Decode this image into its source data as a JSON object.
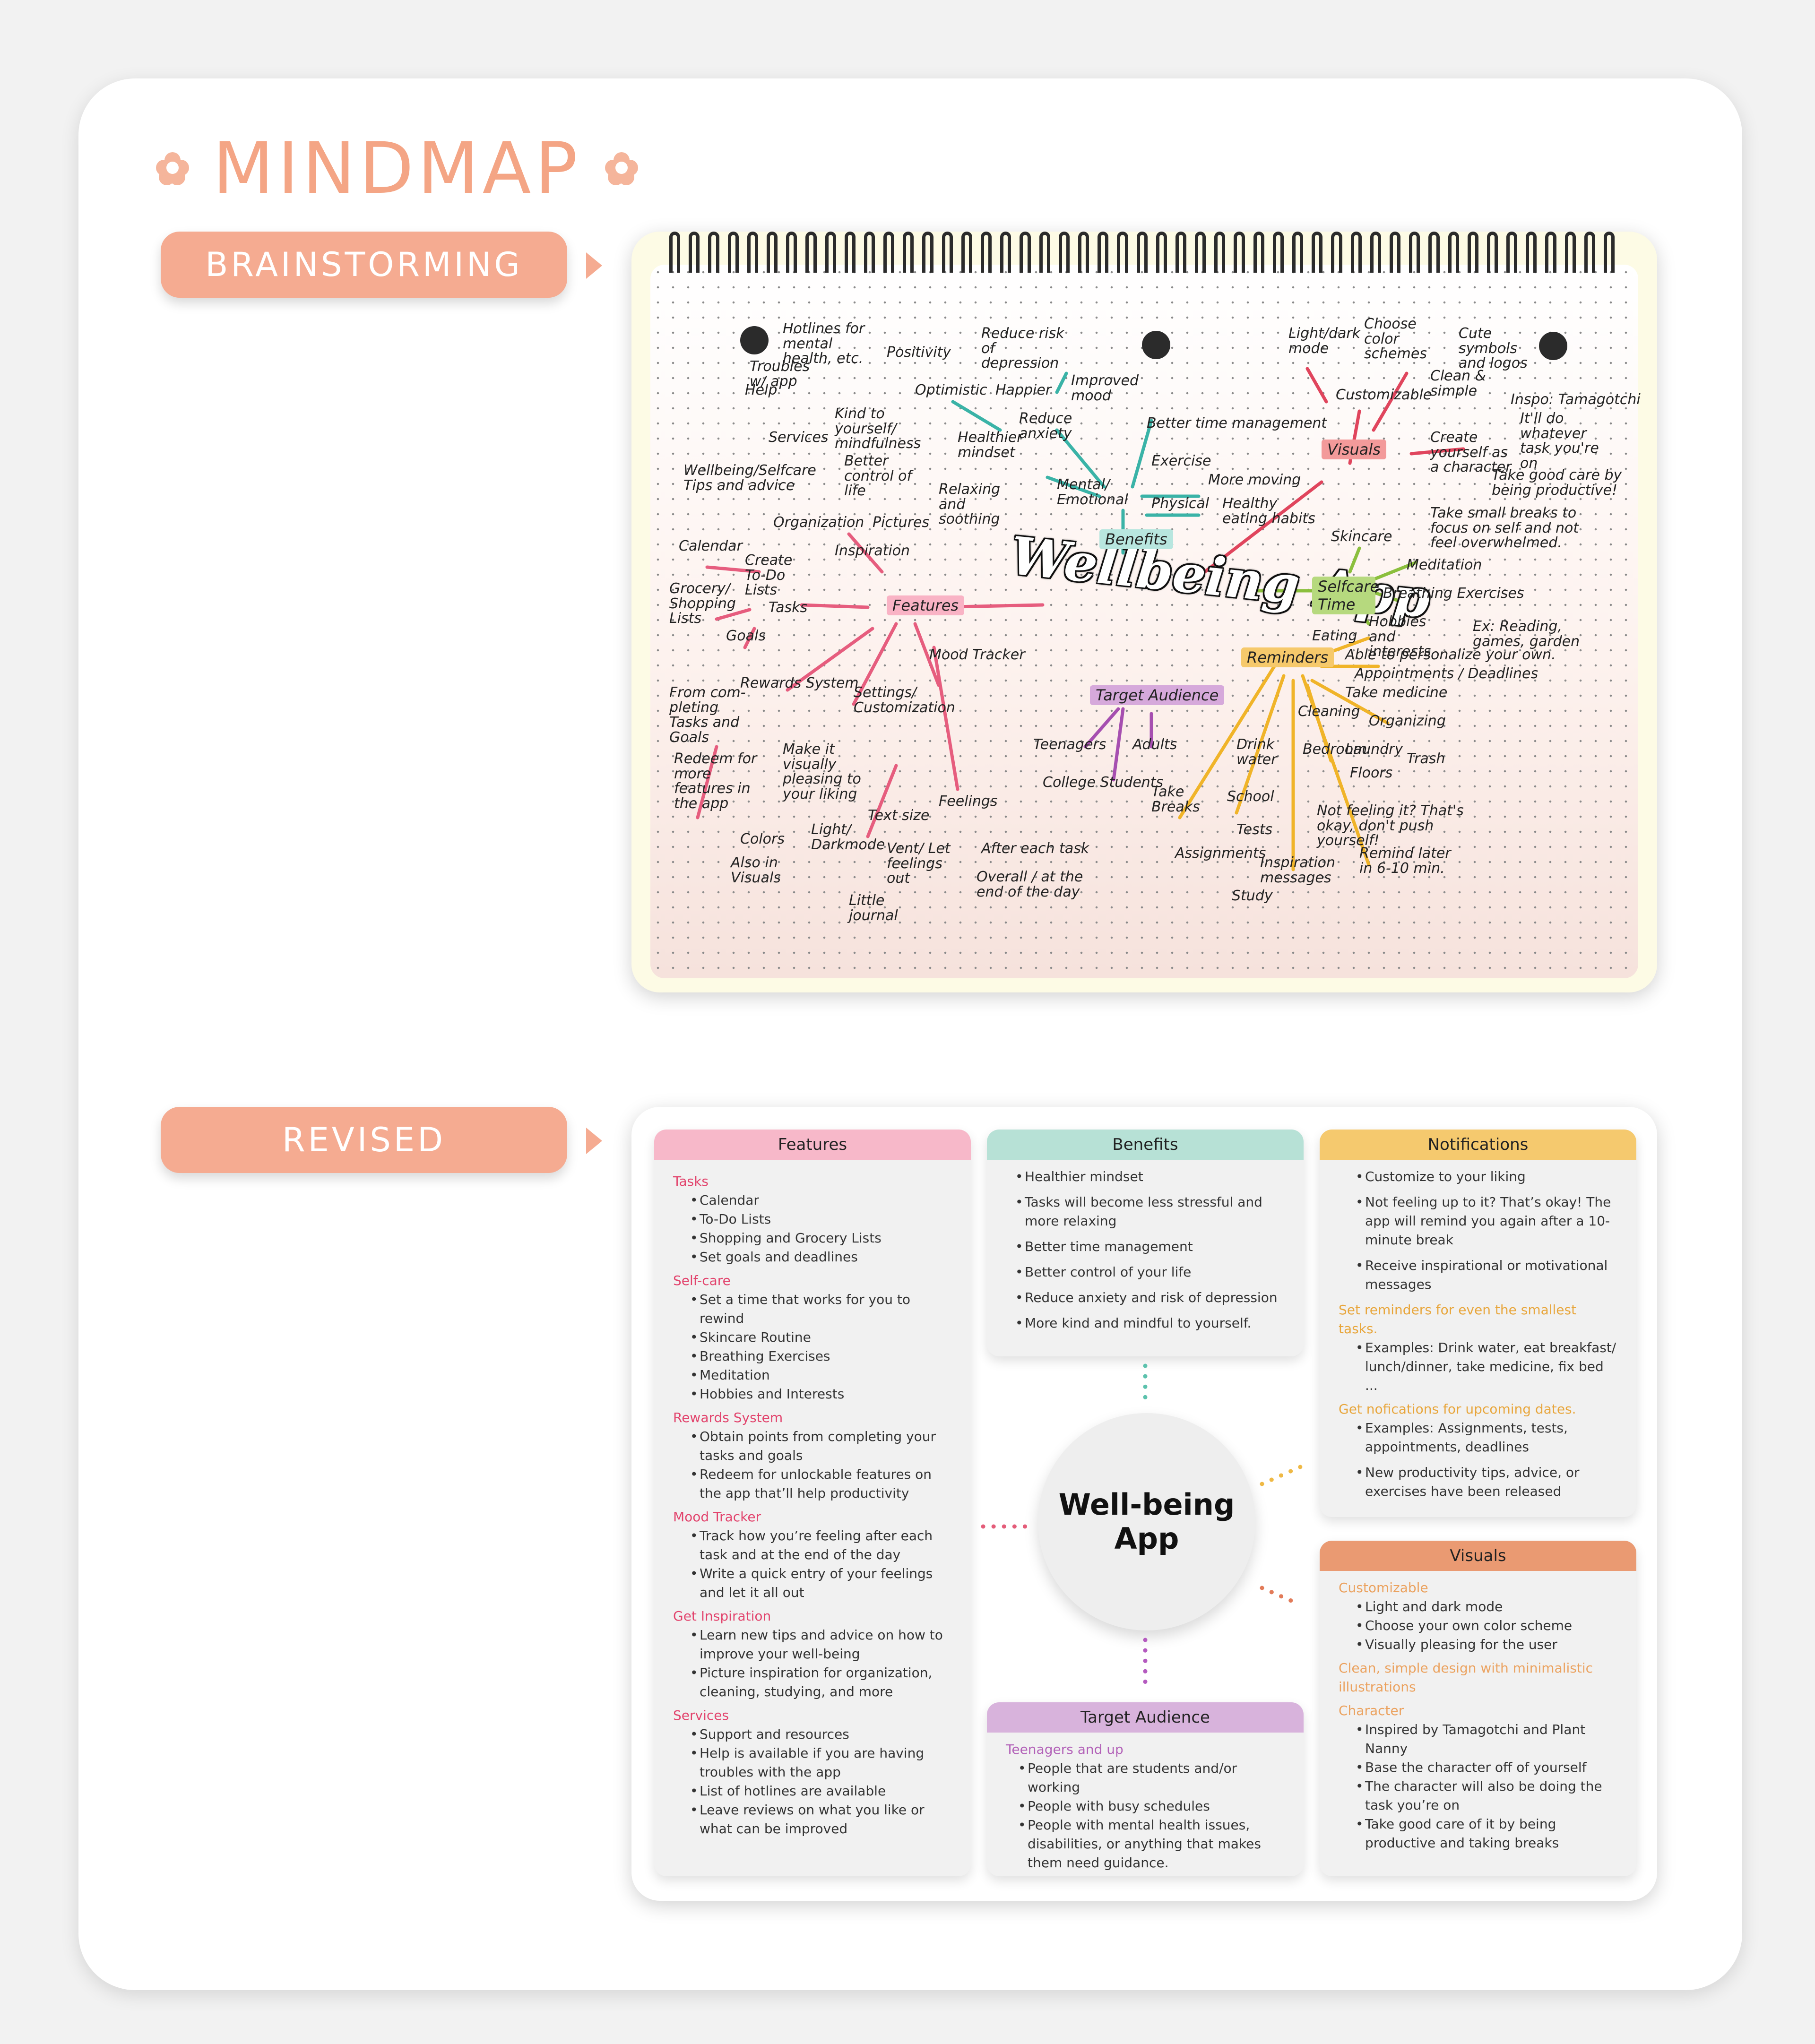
{
  "header": {
    "title": "MINDMAP"
  },
  "sections": {
    "brainstorming": "BRAINSTORMING",
    "revised": "REVISED"
  },
  "sketch": {
    "center": "Wellbeing App",
    "labels": {
      "features": "Features",
      "benefits": "Benefits",
      "visuals": "Visuals",
      "selfcare_time": "Selfcare Time",
      "reminders": "Reminders",
      "target_audience": "Target Audience",
      "mood_tracker": "Mood Tracker",
      "feelings": "Feelings",
      "tasks": "Tasks",
      "services": "Services",
      "organization": "Organization",
      "inspiration": "Inspiration",
      "pictures": "Pictures",
      "rewards": "Rewards System",
      "settings": "Settings/ Customization",
      "hotlines": "Hotlines for mental health, etc.",
      "troubles": "Troubles w/ app",
      "help": "Help",
      "positivity": "Positivity",
      "optimistic": "Optimistic",
      "reduce_risk": "Reduce risk of depression",
      "happier": "Happier",
      "improved_mood": "Improved mood",
      "kind": "Kind to yourself/ mindfulness",
      "healthier_mindset": "Healthier mindset",
      "better_control": "Better control of life",
      "reduce_anxiety": "Reduce anxiety",
      "relaxing": "Relaxing and soothing",
      "mental": "Mental/ Emotional",
      "better_time": "Better time management",
      "exercise": "Exercise",
      "physical": "Physical",
      "more_moving": "More moving",
      "healthy_eating": "Healthy eating habits",
      "wellbeing_tips": "Wellbeing/Selfcare Tips and advice",
      "calendar": "Calendar",
      "todo": "Create To-Do Lists",
      "grocery": "Grocery/ Shopping Lists",
      "goals": "Goals",
      "from_completing": "From com-pleting Tasks and Goals",
      "redeem": "Redeem for more features in the app",
      "colors": "Colors",
      "also_visuals": "Also in Visuals",
      "visually_pleasing": "Make it visually pleasing to your liking",
      "light_dark_mode": "Light/ Darkmode",
      "text_size": "Text size",
      "vent": "Vent/ Let feelings out",
      "little_journal": "Little journal",
      "after_task": "After each task",
      "overall": "Overall / at the end of the day",
      "teenagers": "Teenagers",
      "adults": "Adults",
      "college": "College Students",
      "light_dark": "Light/dark mode",
      "choose_color": "Choose color schemes",
      "cute_symbols": "Cute symbols and logos",
      "customizable": "Customizable",
      "clean_simple": "Clean & simple",
      "inspo": "Inspo: Tamagotchi",
      "itll_do": "It'll do whatever task you're on",
      "create_yourself": "Create yourself as a character",
      "take_care": "Take good care by being productive!",
      "skincare": "Skincare",
      "small_breaks": "Take small breaks to focus on self and not feel overwhelmed.",
      "meditation": "Meditation",
      "breathing": "Breathing Exercises",
      "hobbies": "Hobbies and interests",
      "ex_reading": "Ex: Reading, games, garden",
      "eating": "Eating",
      "personalize": "Able to personalize your own.",
      "appointments": "Appointments / Deadlines",
      "take_medicine": "Take medicine",
      "cleaning": "Cleaning",
      "organizing": "Organizing",
      "bedroom": "Bedroom",
      "laundry": "Laundry",
      "trash": "Trash",
      "floors": "Floors",
      "drink_water": "Drink water",
      "school": "School",
      "take_breaks": "Take Breaks",
      "tests": "Tests",
      "assignments": "Assignments",
      "study": "Study",
      "inspiration_messages": "Inspiration messages",
      "not_feeling": "Not feeling it? That's okay, don't push yourself!",
      "remind_later": "Remind later in 6-10 min."
    }
  },
  "revised": {
    "hub": {
      "line1": "Well-being",
      "line2": "App"
    },
    "features": {
      "title": "Features",
      "color": "#f7b8c9",
      "accent": "#e2446d",
      "sections": [
        {
          "title": "Tasks",
          "items": [
            "Calendar",
            "To-Do Lists",
            "Shopping and Grocery Lists",
            "Set goals and deadlines"
          ]
        },
        {
          "title": "Self-care",
          "items": [
            "Set a time that works for you to rewind",
            "Skincare Routine",
            "Breathing Exercises",
            "Meditation",
            "Hobbies and Interests"
          ]
        },
        {
          "title": "Rewards System",
          "items": [
            "Obtain points from completing your tasks and goals",
            "Redeem for unlockable features on the app that’ll help productivity"
          ]
        },
        {
          "title": "Mood Tracker",
          "items": [
            "Track how you’re feeling after each task and at the end of the day",
            "Write a quick entry of your feelings and let it all out"
          ]
        },
        {
          "title": "Get Inspiration",
          "items": [
            "Learn new tips and advice on how to improve your well-being",
            "Picture inspiration for organization, cleaning, studying, and more"
          ]
        },
        {
          "title": "Services",
          "items": [
            "Support and resources",
            "Help is available if you are having troubles with the app",
            "List of hotlines are available",
            "Leave reviews on what you like or what can be improved"
          ]
        }
      ]
    },
    "benefits": {
      "title": "Benefits",
      "color": "#b7e1d6",
      "items": [
        "Healthier mindset",
        "Tasks will become less stressful and more relaxing",
        "Better time management",
        "Better control of your life",
        "Reduce anxiety and risk of depression",
        "More kind and mindful to yourself."
      ]
    },
    "notifications": {
      "title": "Notifications",
      "color": "#f5c96e",
      "accent": "#e8a63c",
      "items_a": [
        "Customize to your liking",
        "Not feeling up to it? That’s okay! The app will remind you again after a 10-minute break",
        "Receive inspirational or motivational messages"
      ],
      "sub1": "Set reminders for even the smallest tasks.",
      "items_b": [
        "Examples: Drink water, eat breakfast/ lunch/dinner, take medicine, fix bed ..."
      ],
      "sub2": "Get nofications for upcoming dates.",
      "items_c": [
        "Examples: Assignments, tests, appointments, deadlines",
        "New productivity tips, advice, or exercises have been released"
      ]
    },
    "visuals": {
      "title": "Visuals",
      "color": "#ea9a72",
      "accent": "#eba25f",
      "sub1": "Customizable",
      "items_a": [
        "Light and dark mode",
        "Choose your own color scheme",
        "Visually pleasing for the user"
      ],
      "sub2": "Clean, simple design with minimalistic illustrations",
      "sub3": "Character",
      "items_b": [
        "Inspired by Tamagotchi and Plant Nanny",
        "Base the character off of yourself",
        "The character will also be doing the task  you’re on",
        "Take good care of it by being productive and taking breaks"
      ]
    },
    "audience": {
      "title": "Target Audience",
      "color": "#d8b3dc",
      "accent": "#b261b8",
      "sub": "Teenagers and up",
      "items": [
        "People that are students and/or working",
        "People with busy schedules",
        "People with mental health issues, disabilities, or anything that makes them need guidance."
      ]
    }
  }
}
